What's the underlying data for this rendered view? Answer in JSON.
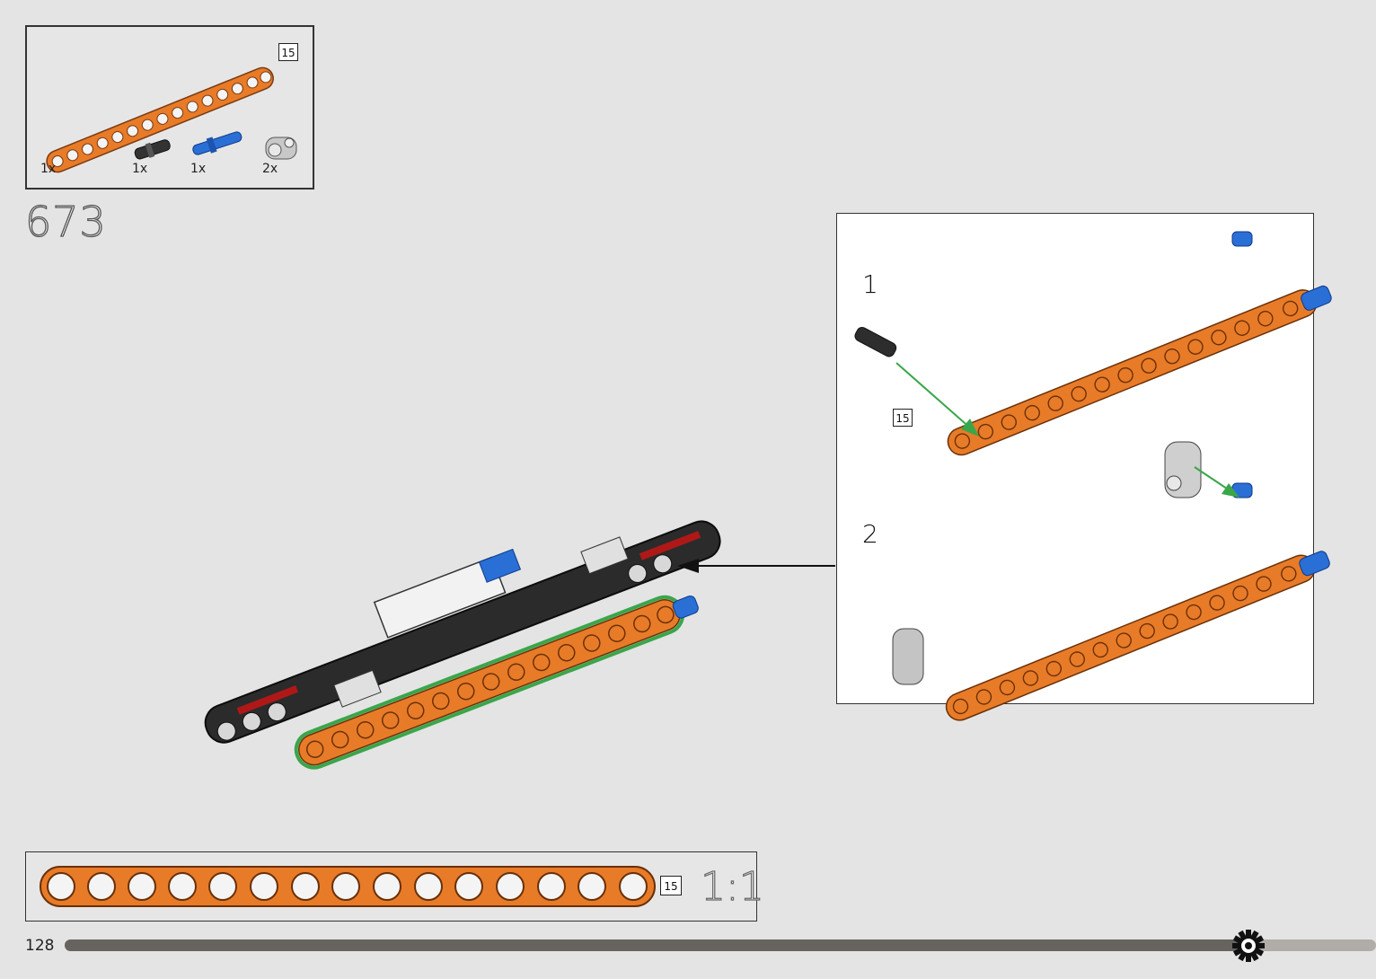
{
  "parts": [
    {
      "name": "beam-15",
      "qty": "1x"
    },
    {
      "name": "black-connector-pin",
      "qty": "1x"
    },
    {
      "name": "blue-axle-pin",
      "qty": "1x"
    },
    {
      "name": "grey-pin-connector",
      "qty": "2x"
    }
  ],
  "part_length_badge": "15",
  "step_number": "673",
  "substeps": [
    {
      "label": "1",
      "length_badge": "15"
    },
    {
      "label": "2"
    }
  ],
  "scale": {
    "length_badge": "15",
    "ratio": "1:1"
  },
  "footer": {
    "page_number": "128",
    "progress": 0.91
  },
  "colors": {
    "beam_orange": "#e87b28",
    "pin_blue": "#2a6fd6",
    "highlight_green": "#3aa64a",
    "progress_dark": "#676460"
  }
}
